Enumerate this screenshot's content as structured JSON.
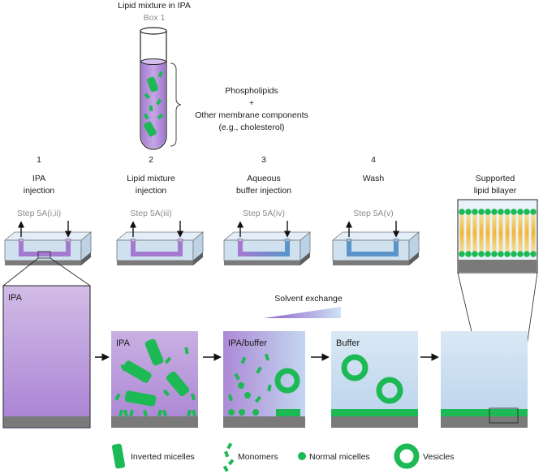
{
  "box": {
    "title": "Lipid mixture in IPA",
    "label": "Box 1",
    "components_line1": "Phospholipids",
    "components_plus": "+",
    "components_line2": "Other membrane components",
    "components_line3": "(e.g., cholesterol)"
  },
  "steps": [
    {
      "number": "1",
      "title_line1": "IPA",
      "title_line2": "injection",
      "ref": "Step 5A(i,ii)"
    },
    {
      "number": "2",
      "title_line1": "Lipid mixture",
      "title_line2": "injection",
      "ref": "Step 5A(iii)"
    },
    {
      "number": "3",
      "title_line1": "Aqueous",
      "title_line2": "buffer injection",
      "ref": "Step 5A(iv)"
    },
    {
      "number": "4",
      "title_line1": "Wash",
      "title_line2": "",
      "ref": "Step 5A(v)"
    },
    {
      "number": "",
      "title_line1": "Supported",
      "title_line2": "lipid bilayer",
      "ref": ""
    }
  ],
  "solvent_exchange": "Solvent exchange",
  "panels": [
    {
      "label": "IPA"
    },
    {
      "label": "IPA"
    },
    {
      "label": "IPA/buffer"
    },
    {
      "label": "Buffer"
    },
    {
      "label": ""
    }
  ],
  "legend": {
    "inverted_micelles": "Inverted micelles",
    "monomers": "Monomers",
    "normal_micelles": "Normal micelles",
    "vesicles": "Vesicles"
  },
  "colors": {
    "ipa": "#b48cd8",
    "buffer": "#c2d8ee",
    "lipid": "#1db954",
    "chip": "#cfe0ef",
    "substrate": "#7a7a7a",
    "channel_blue": "#5b94c8"
  }
}
